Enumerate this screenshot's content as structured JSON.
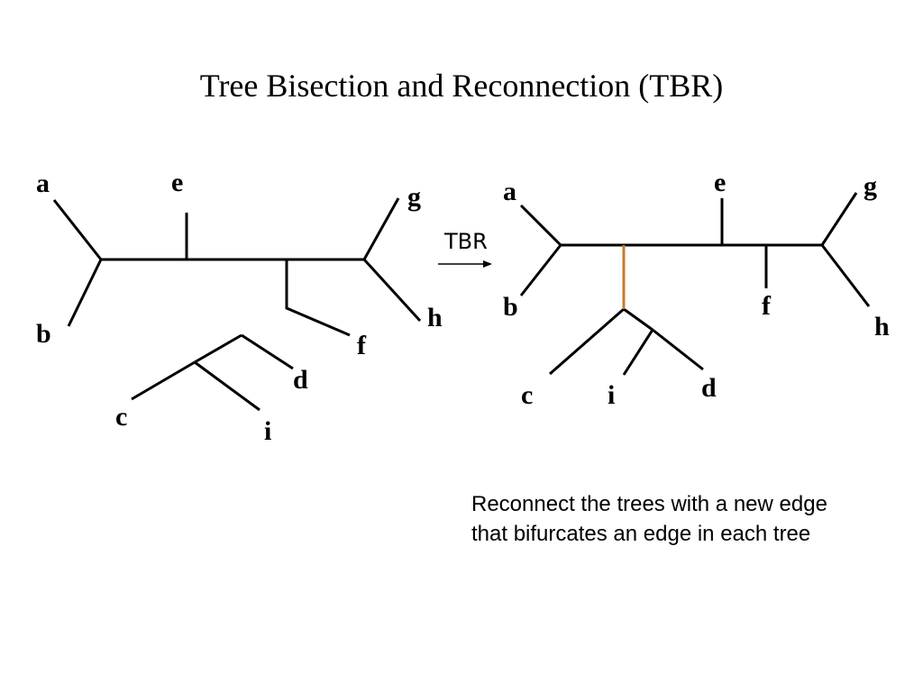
{
  "title": "Tree Bisection and Reconnection (TBR)",
  "operation_label": "TBR",
  "caption": {
    "line1": "Reconnect the trees with a new edge",
    "line2": "that bifurcates an edge in each tree"
  },
  "before_tree": {
    "leaves": [
      "a",
      "b",
      "e",
      "g",
      "h",
      "f",
      "c",
      "d",
      "i"
    ]
  },
  "after_tree": {
    "leaves": [
      "a",
      "b",
      "e",
      "g",
      "h",
      "f",
      "c",
      "i",
      "d"
    ]
  },
  "colors": {
    "edge": "#000000",
    "new_edge": "#c87a30"
  }
}
